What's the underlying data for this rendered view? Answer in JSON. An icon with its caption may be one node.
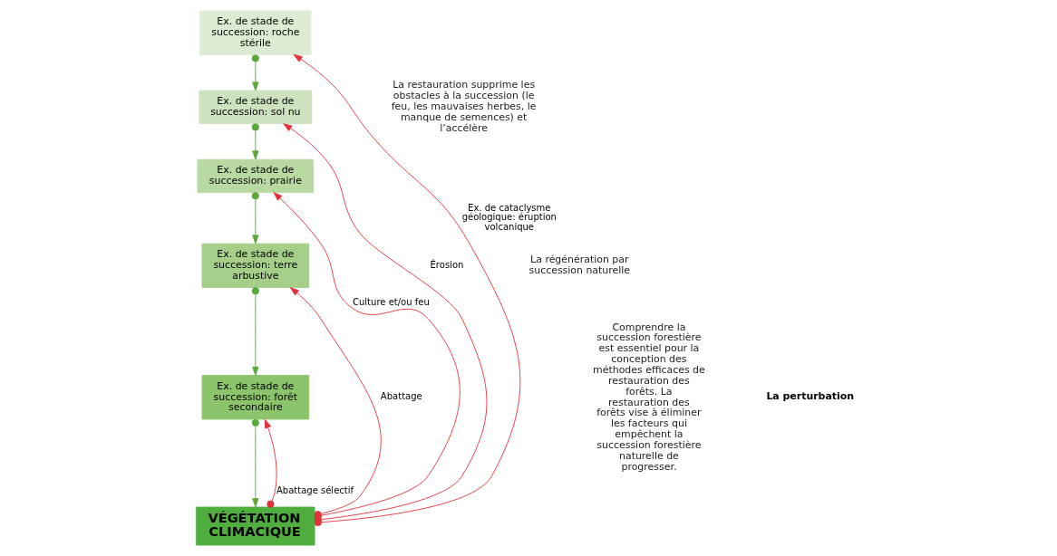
{
  "diagram": {
    "nodes": [
      {
        "text": [
          "Ex. de stade de succession: roche stérile"
        ]
      },
      {
        "text": [
          "Ex. de stade de succession: sol nu"
        ]
      },
      {
        "text": [
          "Ex. de stade de succession: prairie"
        ]
      },
      {
        "text": [
          "Ex. de stade de succession: terre arbustive"
        ]
      },
      {
        "text": [
          "Ex. de stade de succession: forêt secondaire"
        ]
      },
      {
        "text": [
          "VÉGÉTATION CLIMACIQUE"
        ]
      }
    ],
    "edges": [
      {
        "from": 0,
        "to": 1,
        "arrow": "to",
        "color": "#5aa83c"
      },
      {
        "from": 1,
        "to": 2,
        "arrow": "to",
        "color": "#5aa83c"
      },
      {
        "from": 2,
        "to": 3,
        "arrow": "to",
        "color": "#5aa83c"
      },
      {
        "from": 3,
        "to": 4,
        "arrow": "to",
        "color": "#5aa83c"
      },
      {
        "from": 4,
        "to": 5,
        "arrow": "to",
        "color": "#5aa83c"
      },
      {
        "from": 5,
        "to": 4,
        "arrow": "to",
        "label": "Abattage sélectif",
        "color": "#e0343a"
      },
      {
        "from": 5,
        "to": 3,
        "arrow": "to",
        "label": "Abattage",
        "color": "#e0343a"
      },
      {
        "from": 5,
        "to": 2,
        "arrow": "to",
        "label": "Culture et/ou feu",
        "color": "#e0343a"
      },
      {
        "from": 5,
        "to": 1,
        "arrow": "to",
        "label": "Érosion",
        "color": "#e0343a"
      },
      {
        "from": 5,
        "to": 0,
        "arrow": "to",
        "label": "Ex. de cataclysme géologique: éruption volcanique",
        "color": "#e0343a"
      }
    ],
    "labels": [
      "La restauration supprime les obstacles à la succession (le feu, les mauvaises herbes, le manque de semences) et l’accélère",
      "La régénération par succession naturelle",
      "Comprendre la succession forestière est essentiel pour la conception des méthodes efficaces de restauration des forêts. La restauration des forêts vise à éliminer les facteurs qui empêchent la succession forestière naturelle de progresser.",
      "La perturbation"
    ]
  }
}
